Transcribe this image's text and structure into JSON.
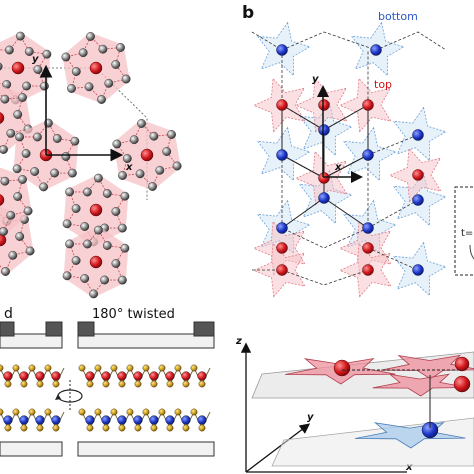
{
  "panels": {
    "a": {
      "letter": "",
      "x_axis": "x",
      "y_axis": "y"
    },
    "b": {
      "letter": "b",
      "x_axis": "x",
      "y_axis": "y",
      "bottom_label": "bottom",
      "top_label": "top",
      "inset_label": "t="
    },
    "c": {
      "left_label": "d",
      "right_label": "180° twisted"
    },
    "d": {
      "x_axis": "x",
      "y_axis": "y",
      "z_axis": "z"
    }
  },
  "colors": {
    "red_atom": "#d0161c",
    "blue_atom": "#1c36c8",
    "grey_atom": "#707070",
    "pink_fill": "#f6c1c7",
    "blue_fill": "#c9dff2",
    "gold_atom": "#c99a1e",
    "dark_block": "#555555"
  }
}
